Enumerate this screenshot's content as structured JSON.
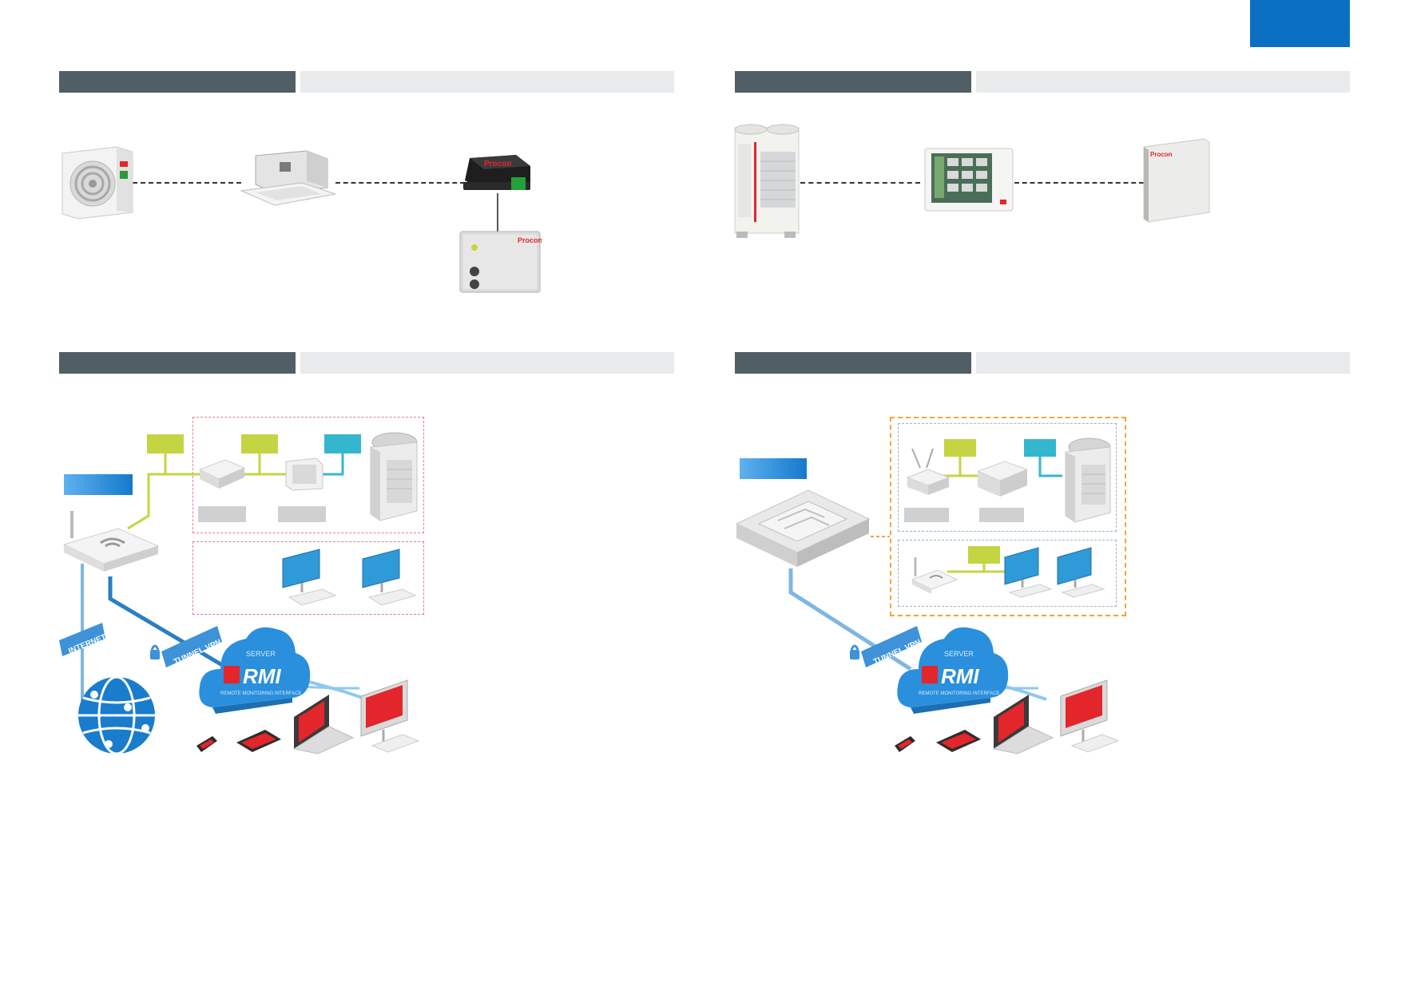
{
  "colors": {
    "accent_blue": "#0a6fc2",
    "header_dark": "#525e66",
    "header_light": "#e9eaeb",
    "label_green": "#c5d442",
    "label_cyan": "#35b6cf",
    "cloud_blue": "#2a8fdc",
    "brand_red": "#e2262b"
  },
  "devices": {
    "procon_text": "Procon",
    "internet_text": "INTERNET",
    "tunnel_text": "TUNNEL VPN",
    "server_text": "SERVER",
    "rmi_text": "RMI",
    "rmi_sub": "REMOTE MONITORING INTERFACE"
  }
}
